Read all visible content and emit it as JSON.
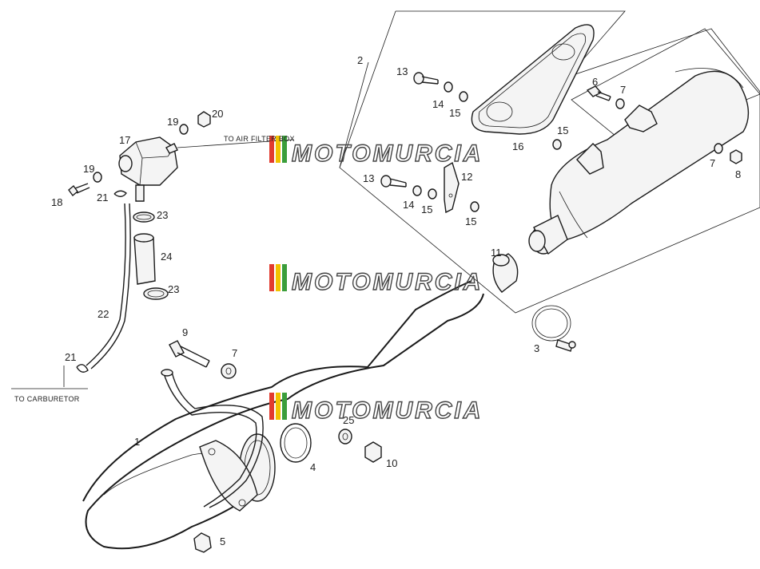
{
  "watermark": {
    "text": "MOTOMURCIA",
    "stripe_colors": [
      "#e23b2e",
      "#f2c200",
      "#3b9e3b"
    ]
  },
  "notes": {
    "air_filter": "TO AIR FILTER BOX",
    "carburetor": "TO CARBURETOR"
  },
  "callouts": {
    "c1": "1",
    "c2": "2",
    "c3": "3",
    "c4": "4",
    "c5": "5",
    "c6": "6",
    "c7a": "7",
    "c7b": "7",
    "c7c": "7",
    "c8": "8",
    "c9": "9",
    "c10": "10",
    "c11": "11",
    "c12": "12",
    "c13a": "13",
    "c13b": "13",
    "c14a": "14",
    "c14b": "14",
    "c15a": "15",
    "c15b": "15",
    "c15c": "15",
    "c15d": "15",
    "c16": "16",
    "c17": "17",
    "c18": "18",
    "c19a": "19",
    "c19b": "19",
    "c20": "20",
    "c21a": "21",
    "c21b": "21",
    "c22": "22",
    "c23a": "23",
    "c23b": "23",
    "c24": "24",
    "c25": "25"
  },
  "parts": [
    {
      "id": "muffler",
      "icon": "muffler-icon"
    },
    {
      "id": "exhaust-pipe",
      "icon": "exhaust-pipe-icon"
    },
    {
      "id": "heat-shield",
      "icon": "heat-shield-icon"
    },
    {
      "id": "secondary-air-valve",
      "icon": "valve-icon"
    },
    {
      "id": "clamp",
      "icon": "clamp-icon"
    }
  ]
}
